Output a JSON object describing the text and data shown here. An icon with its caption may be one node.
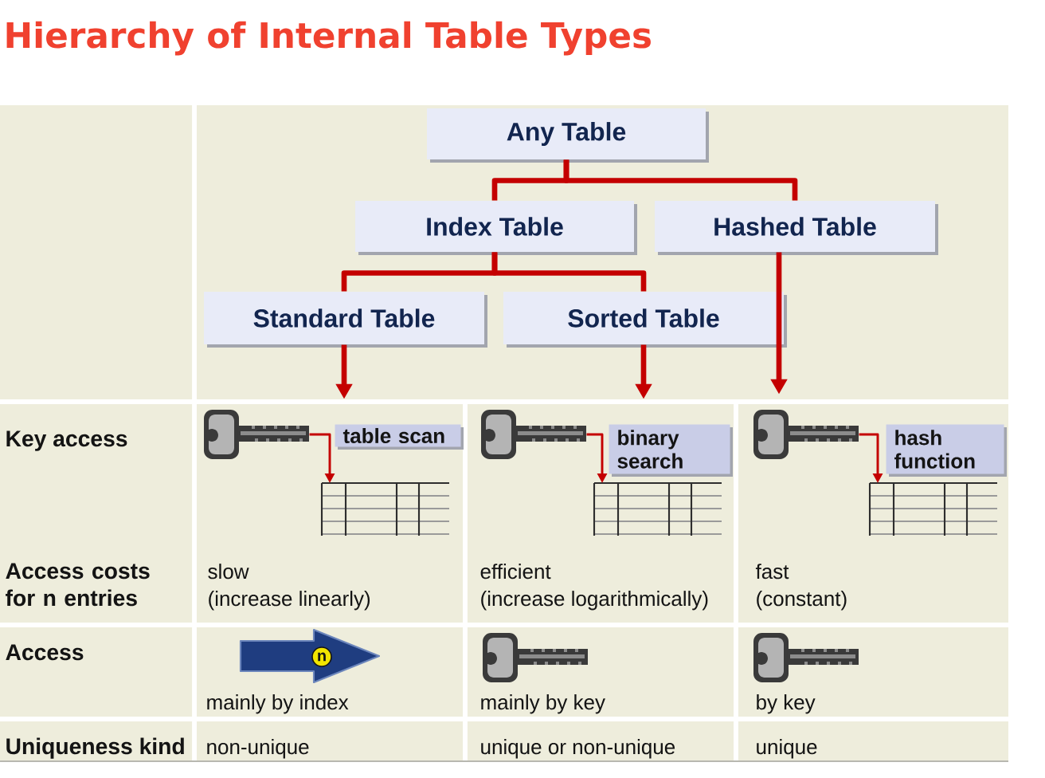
{
  "diagram": {
    "title": "Hierarchy of Internal Table Types",
    "nodes": [
      {
        "text": [
          "Any Table"
        ]
      },
      {
        "text": [
          "Index Table"
        ]
      },
      {
        "text": [
          "Hashed Table"
        ]
      },
      {
        "text": [
          "Standard Table"
        ]
      },
      {
        "text": [
          "Sorted Table"
        ]
      },
      {
        "text": [],
        "shape": "picture"
      },
      {
        "text": [
          "table scan"
        ]
      },
      {
        "text": [],
        "shape": "picture"
      },
      {
        "text": [],
        "shape": "picture"
      },
      {
        "text": [
          "binary search"
        ]
      },
      {
        "text": [],
        "shape": "picture"
      },
      {
        "text": [],
        "shape": "picture"
      },
      {
        "text": [
          "hash function"
        ]
      },
      {
        "text": [],
        "shape": "picture"
      }
    ],
    "edges": [
      {
        "from": 0,
        "to": 1,
        "arrow": "none"
      },
      {
        "from": 0,
        "to": 2,
        "arrow": "none"
      },
      {
        "from": 1,
        "to": 3,
        "arrow": "none"
      },
      {
        "from": 1,
        "to": 4,
        "arrow": "none"
      },
      {
        "from": 3,
        "to": null,
        "arrow": "to"
      },
      {
        "from": 4,
        "to": null,
        "arrow": "to"
      },
      {
        "from": 2,
        "to": null,
        "arrow": "to"
      },
      {
        "from": 5,
        "to": 7,
        "arrow": "to"
      },
      {
        "from": 8,
        "to": 10,
        "arrow": "to"
      },
      {
        "from": 11,
        "to": 13,
        "arrow": "to"
      }
    ],
    "labels": [
      "Key access",
      "Access costs for n entries",
      "slow",
      "(increase linearly)",
      "efficient",
      "(increase logarithmically)",
      "fast",
      "(constant)",
      "Access",
      "n",
      "mainly by index",
      "mainly by key",
      "by key",
      "Uniqueness kind",
      "non-unique",
      "unique or non-unique",
      "unique"
    ]
  }
}
